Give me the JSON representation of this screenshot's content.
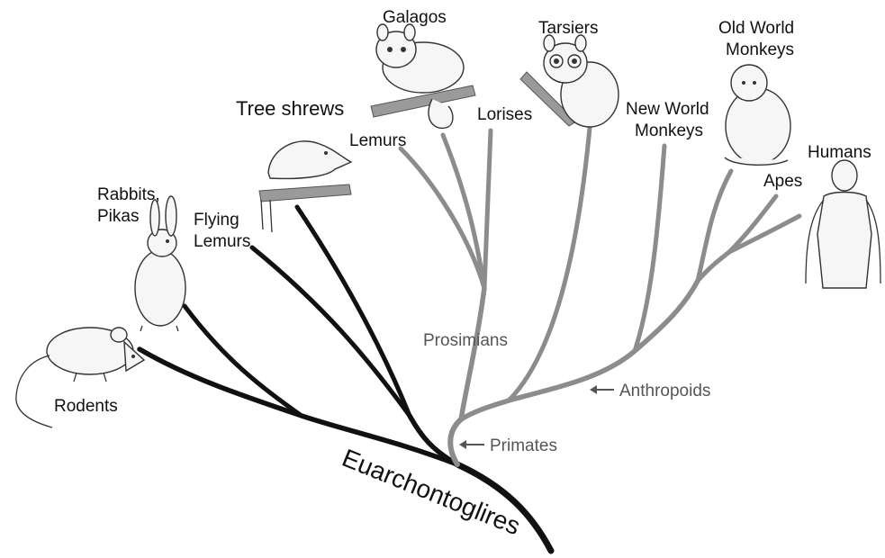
{
  "labels": {
    "rodents": "Rodents",
    "rabbits_line1": "Rabbits,",
    "rabbits_line2": "Pikas",
    "flying_lemurs_line1": "Flying",
    "flying_lemurs_line2": "Lemurs",
    "tree_shrews": "Tree shrews",
    "lemurs": "Lemurs",
    "galagos": "Galagos",
    "lorises": "Lorises",
    "tarsiers": "Tarsiers",
    "new_world_line1": "New World",
    "new_world_line2": "Monkeys",
    "old_world_line1": "Old World",
    "old_world_line2": "Monkeys",
    "apes": "Apes",
    "humans": "Humans",
    "prosimians": "Prosimians",
    "primates": "Primates",
    "anthropoids": "Anthropoids",
    "root": "Euarchontoglires"
  },
  "colors": {
    "non_primate_branch": "#111111",
    "primate_branch": "#8c8c8c",
    "clade_label": "#555555"
  },
  "icons": [
    "rat-illustration",
    "hare-illustration",
    "tree-shrew-illustration",
    "galago-illustration",
    "tarsier-illustration",
    "monkey-illustration",
    "human-illustration"
  ]
}
